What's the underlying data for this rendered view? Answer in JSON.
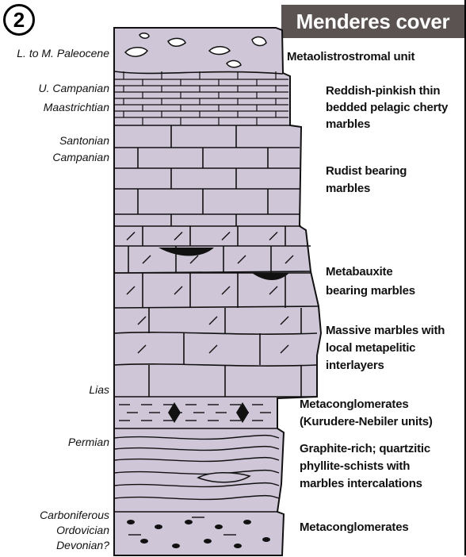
{
  "figure": {
    "panel_number": "2",
    "title": "Menderes cover",
    "colors": {
      "rock_fill": "#cfc6d8",
      "outline": "#111111",
      "banner_bg": "#5b5252"
    }
  },
  "ages": [
    {
      "id": "paleocene",
      "lines": [
        "L. to M. Paleocene"
      ]
    },
    {
      "id": "campanian-maastrichtian",
      "lines": [
        "U. Campanian",
        "Maastrichtian"
      ]
    },
    {
      "id": "santonian-campanian",
      "lines": [
        "Santonian",
        "Campanian"
      ]
    },
    {
      "id": "lias",
      "lines": [
        "Lias"
      ]
    },
    {
      "id": "permian",
      "lines": [
        "Permian"
      ]
    },
    {
      "id": "carboniferous",
      "lines": [
        "Carboniferous",
        "Ordovician",
        "Devonian?"
      ]
    }
  ],
  "units": [
    {
      "id": "metaolistrostromal",
      "lines": [
        "Metaolistrostromal unit"
      ]
    },
    {
      "id": "pelagic-cherty",
      "lines": [
        "Reddish-pinkish thin",
        "bedded pelagic cherty",
        "marbles"
      ]
    },
    {
      "id": "rudist",
      "lines": [
        "Rudist bearing",
        "marbles"
      ]
    },
    {
      "id": "metabauxite",
      "lines": [
        "Metabauxite",
        "bearing marbles"
      ]
    },
    {
      "id": "massive-marbles",
      "lines": [
        "Massive marbles with",
        "local metapelitic",
        "interlayers"
      ]
    },
    {
      "id": "metaconglomerates-kurudere",
      "lines": [
        "Metaconglomerates",
        "(Kurudere-Nebiler units)"
      ]
    },
    {
      "id": "graphite-phyllite",
      "lines": [
        "Graphite-rich; quartzitic",
        "phyllite-schists with",
        "marbles intercalations"
      ]
    },
    {
      "id": "metaconglomerates-basal",
      "lines": [
        "Metaconglomerates"
      ]
    }
  ]
}
